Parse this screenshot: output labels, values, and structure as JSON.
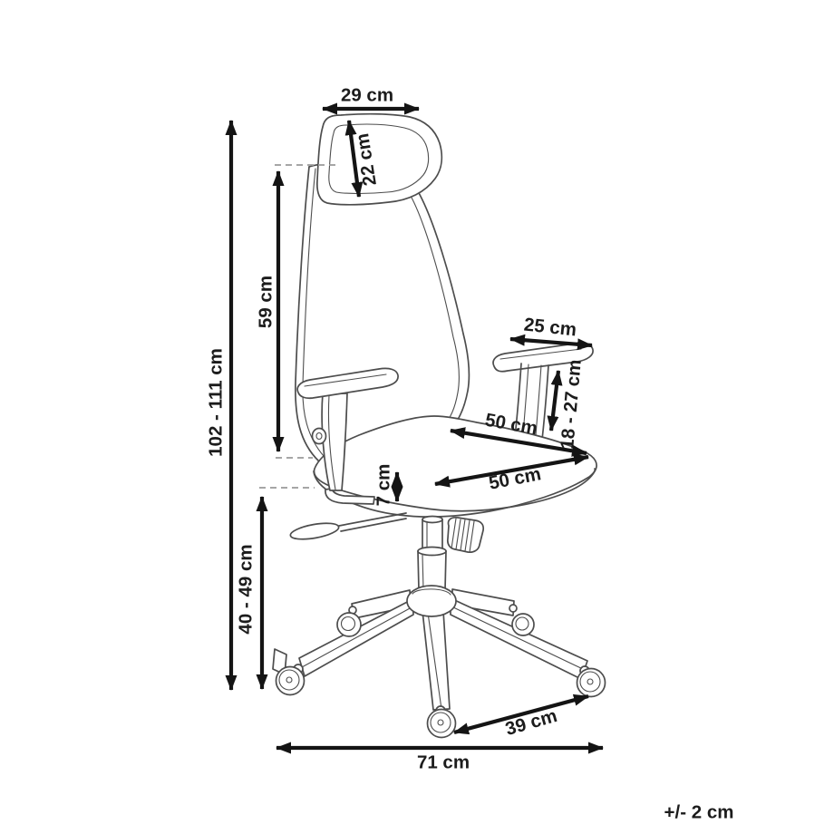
{
  "diagram": {
    "subject": "Office swivel chair technical line drawing with dimension arrows",
    "units": "cm",
    "colors": {
      "background": "#ffffff",
      "chair_line": "#4d4d4d",
      "dimension_arrow": "#141414",
      "label_text": "#1c1c1c",
      "dashed_guide": "#9a9a9a"
    },
    "dimensions": {
      "headrest_width": "29 cm",
      "headrest_height": "22 cm",
      "backrest_height": "59 cm",
      "total_height": "102 - 111 cm",
      "armrest_width": "25 cm",
      "armrest_height": "18 - 27 cm",
      "seat_depth": "50 cm",
      "seat_width": "50 cm",
      "seat_cushion_thickness": "7 cm",
      "seat_height": "40 - 49 cm",
      "base_leg_span": "39 cm",
      "base_width": "71 cm"
    },
    "tolerance": "+/- 2 cm"
  }
}
